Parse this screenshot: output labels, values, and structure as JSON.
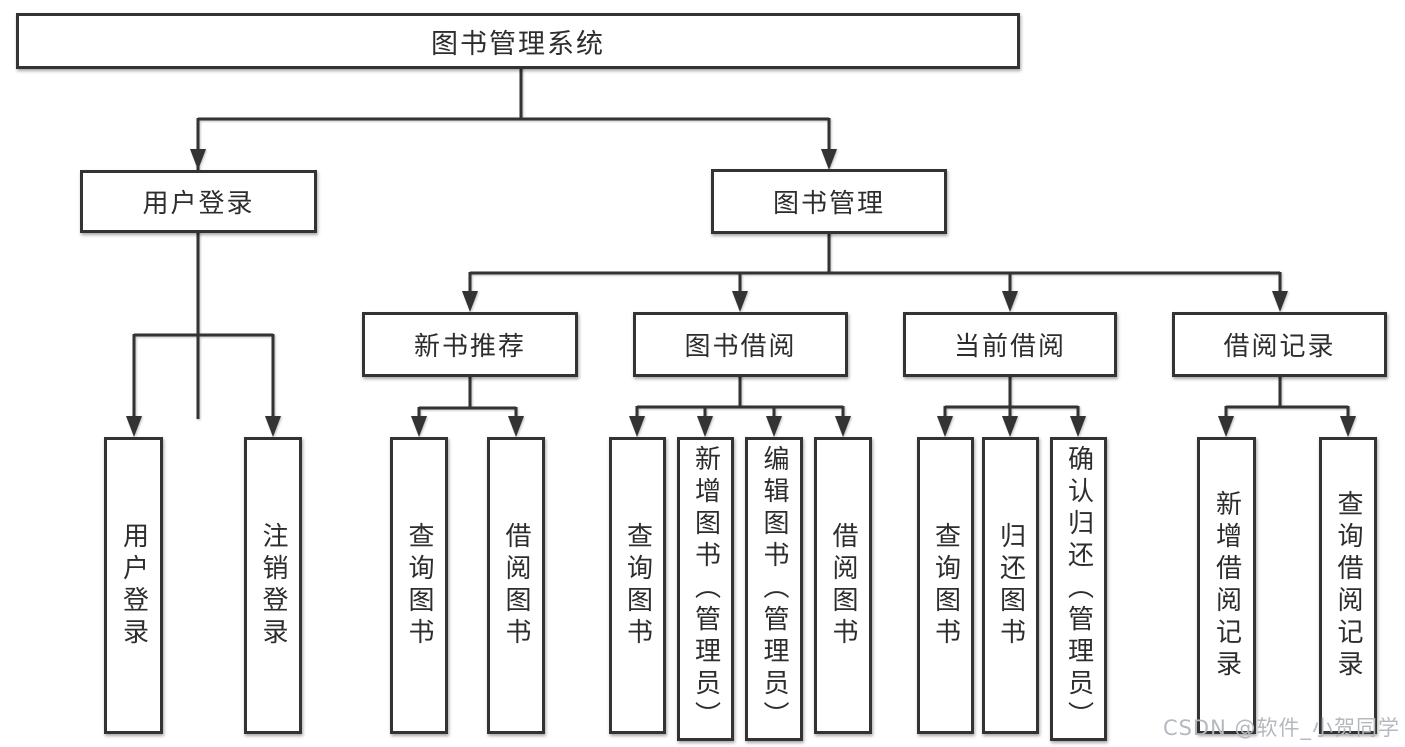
{
  "colors": {
    "line": "#333333",
    "text": "#2d2d2d",
    "box_bg": "#ffffff",
    "watermark": "#b4b9bf"
  },
  "tree": {
    "root": "图书管理系统",
    "branches": [
      {
        "label": "用户登录",
        "leaves": [
          "用户登录",
          "注销登录"
        ]
      },
      {
        "label": "图书管理",
        "groups": [
          {
            "label": "新书推荐",
            "leaves": [
              "查询图书",
              "借阅图书"
            ]
          },
          {
            "label": "图书借阅",
            "leaves": [
              "查询图书",
              "新增图书（管理员）",
              "编辑图书（管理员）",
              "借阅图书"
            ]
          },
          {
            "label": "当前借阅",
            "leaves": [
              "查询图书",
              "归还图书",
              "确认归还（管理员）"
            ]
          },
          {
            "label": "借阅记录",
            "leaves": [
              "新增借阅记录",
              "查询借阅记录"
            ]
          }
        ]
      }
    ]
  },
  "watermark": "CSDN @软件_小贺同学"
}
